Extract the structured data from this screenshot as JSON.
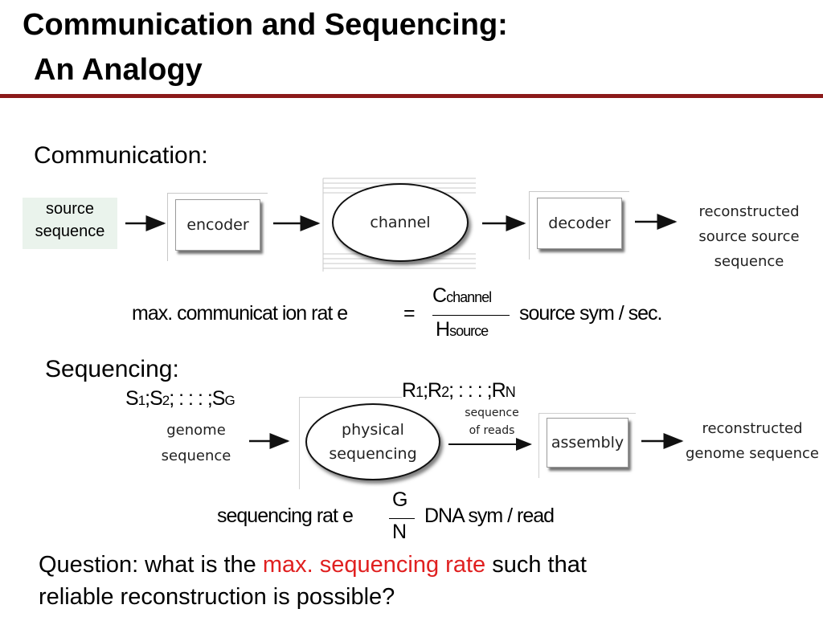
{
  "title": {
    "line1": "Communication and Sequencing:",
    "line2": "An Analogy"
  },
  "communication": {
    "heading": "Communication:",
    "source_line1": "source",
    "source_line2": "sequence",
    "encoder": "encoder",
    "channel": "channel",
    "decoder": "decoder",
    "output_line1": "reconstructed",
    "output_line2": "source source sequence"
  },
  "comm_formula": {
    "lhs": "max.  communicat ion  rat e",
    "equals": "=",
    "num_main": "C",
    "num_sub": "channel",
    "den_main": "H",
    "den_sub": "source",
    "rhs": "source sym  /   sec."
  },
  "sequencing": {
    "heading": "Sequencing:",
    "genome_symbols": {
      "s1": "S",
      "s1_sub": "1",
      "sep1": ";",
      "s2": "S",
      "s2_sub": "2",
      "dots": "; : : : ;",
      "sg": "S",
      "sg_sub": "G"
    },
    "genome_line1": "genome",
    "genome_line2": "sequence",
    "physical_line1": "physical",
    "physical_line2": "sequencing",
    "read_symbols": {
      "r1": "R",
      "r1_sub": "1",
      "sep1": ";",
      "r2": "R",
      "r2_sub": "2",
      "dots": "; : : : ;",
      "rn": "R",
      "rn_sub": "N"
    },
    "reads_line1": "sequence",
    "reads_line2": "of reads",
    "assembly": "assembly",
    "output_line1": "reconstructed",
    "output_line2": "genome sequence"
  },
  "seq_formula": {
    "lhs": "sequencing  rat e",
    "num": "G",
    "den": "N",
    "rhs": "DNA  sym  /   read"
  },
  "question": {
    "prefix": "Question: what is the ",
    "highlight": "max. sequencing rate",
    "suffix": " such that",
    "line2": "reliable reconstruction is possible?"
  },
  "colors": {
    "title_rule": "#8b1a1a",
    "highlight": "#e02020",
    "source_bg": "#eaf3ec"
  }
}
